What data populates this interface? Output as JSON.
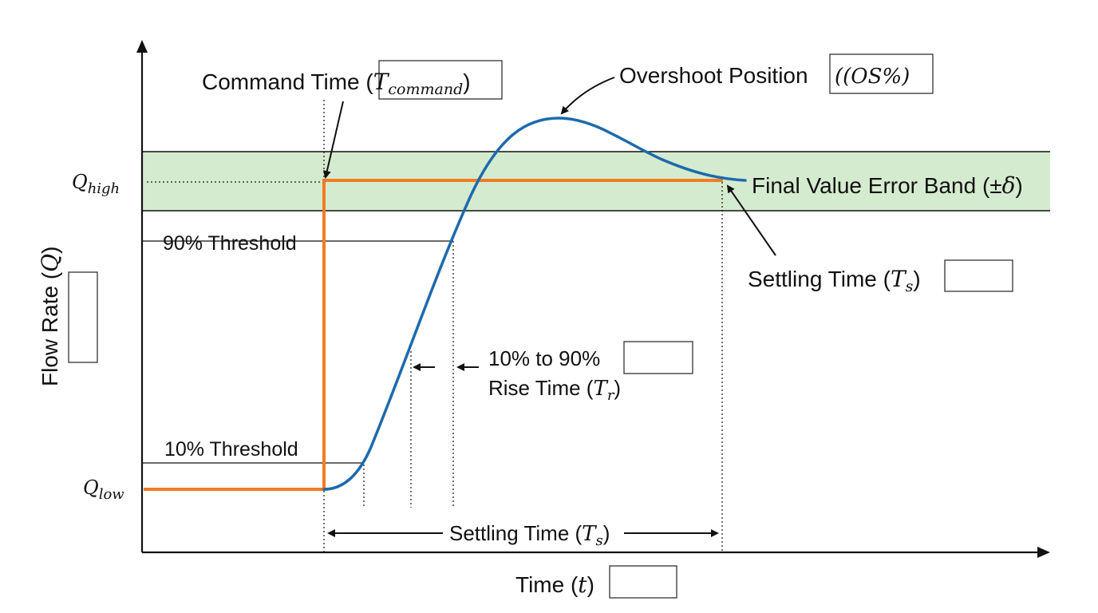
{
  "colors": {
    "command_step": "#f07c24",
    "response_curve": "#1d6aad",
    "error_band_fill": "#d5ebcf",
    "axes": "#111111"
  },
  "axes": {
    "y_label": "Flow Rate (",
    "y_label_symbol": "Q",
    "y_label_close": ")",
    "x_label": "Time (",
    "x_label_symbol": "t",
    "x_label_close": ")",
    "y_ticks": {
      "high_base": "Q",
      "high_sub": "high",
      "low_base": "Q",
      "low_sub": "low"
    }
  },
  "annotations": {
    "command_time": {
      "text": "Command Time (",
      "base": "T",
      "sub": "command",
      "close": ")"
    },
    "overshoot": {
      "text": "Overshoot Position",
      "boxed": "((OS%)"
    },
    "error_band": {
      "text": "Final Value Error Band (±",
      "symbol": "δ",
      "close": ")"
    },
    "settling_right": {
      "text": "Settling Time (",
      "base": "T",
      "sub": "s",
      "close": ")"
    },
    "threshold_90": "90% Threshold",
    "threshold_10": "10% Threshold",
    "rise_time": {
      "line1": "10% to 90%",
      "line2": "Rise Time (",
      "base": "T",
      "sub": "r",
      "close": ")"
    },
    "settling_bottom": {
      "text": "Settling Time (",
      "base": "T",
      "sub": "s",
      "close": ")"
    }
  }
}
